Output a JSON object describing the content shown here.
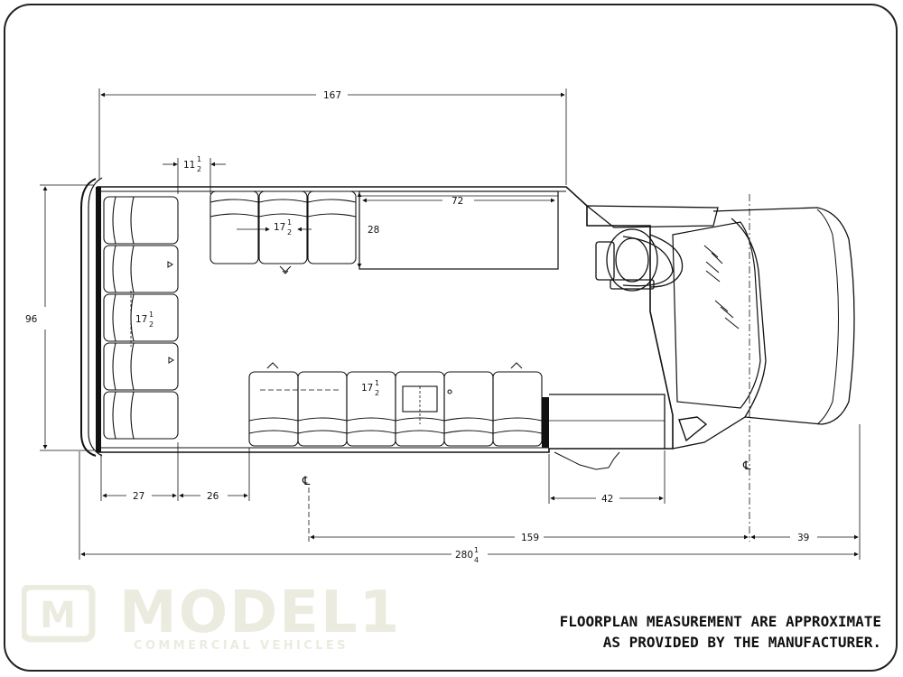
{
  "dimensions": {
    "top_length": "167",
    "aisle_spacing": "11",
    "aisle_spacing_num": "1",
    "aisle_spacing_den": "2",
    "table_length": "72",
    "table_depth": "28",
    "width": "96",
    "seat_pitch_top": "17",
    "seat_pitch_left": "17",
    "seat_pitch_bottom": "17",
    "fraction_num": "1",
    "fraction_den": "2",
    "rear_seat_depth": "27",
    "rear_gap": "26",
    "door_width": "42",
    "wheelbase": "159",
    "front_overhang": "39",
    "overall_length": "280",
    "overall_length_num": "1",
    "overall_length_den": "4"
  },
  "centerline_symbol": "℄",
  "logo": {
    "name": "MODEL",
    "mark": "M",
    "suffix": "1",
    "tagline": "COMMERCIAL VEHICLES"
  },
  "disclaimer": {
    "line1": "FLOORPLAN MEASUREMENT ARE APPROXIMATE",
    "line2": "AS PROVIDED BY THE MANUFACTURER."
  }
}
